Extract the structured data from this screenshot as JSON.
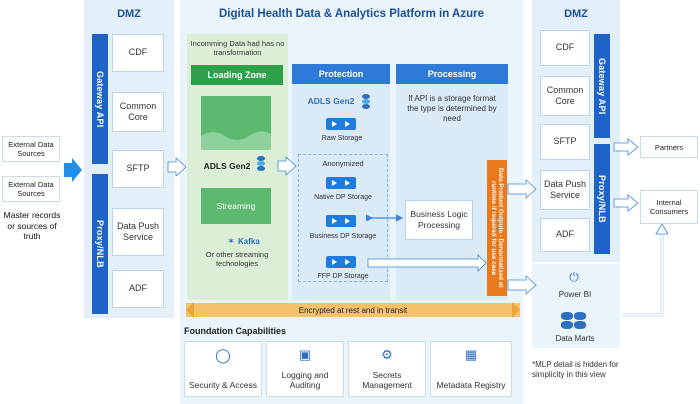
{
  "title": "Digital Health Data & Analytics Platform in Azure",
  "left_dmz": {
    "title": "DMZ",
    "gateway_label": "Gateway API",
    "proxy_label": "Proxy/NLB",
    "cells": [
      "CDF",
      "Common Core",
      "SFTP",
      "Data Push Service",
      "ADF"
    ]
  },
  "external": {
    "sources": [
      "External Data Sources",
      "External Data Sources"
    ],
    "note": "Master records or sources of truth"
  },
  "loading_zone": {
    "note": "Incomming Data had has no transformation",
    "header": "Loading Zone",
    "adls_label": "ADLS Gen2",
    "streaming_label": "Streaming",
    "kafka_label": "Kafka",
    "other_streaming": "Or other streaming technologies"
  },
  "protection": {
    "header": "Protection",
    "adls_label": "ADLS Gen2",
    "raw_storage": "Raw Storage",
    "anonymized": "Anonymized",
    "native_dp": "Native DP Storage",
    "business_dp": "Business DP Storage",
    "ffp_dp": "FFP DP Storage"
  },
  "processing": {
    "header": "Processing",
    "note": "If API is a storage format the type is determined by need",
    "business_logic": "Business Logic Processing",
    "outputs_banner": "Data Product Outputs - Denormalized at runtime if required for use case"
  },
  "encrypted_label": "Encrypted at rest and in transit",
  "foundation": {
    "title": "Foundation Capabilities",
    "items": [
      "Security & Access",
      "Logging and Auditing",
      "Secrets Management",
      "Metadata Registry"
    ]
  },
  "right_dmz": {
    "title": "DMZ",
    "gateway_label": "Gateway API",
    "proxy_label": "Proxy/NLB",
    "cells": [
      "CDF",
      "Common Core",
      "SFTP",
      "Data Push Service",
      "ADF"
    ]
  },
  "consumers": {
    "partners": "Partners",
    "internal": "Internal Consumers",
    "power_bi": "Power BI",
    "data_marts": "Data Marts"
  },
  "footnote": "*MLP detail is hidden for simplicity in this view",
  "colors": {
    "accent_blue": "#1e63c6",
    "loading_green": "#2ea04a",
    "orange": "#e9791d",
    "encrypted_band": "#f5c26b"
  }
}
